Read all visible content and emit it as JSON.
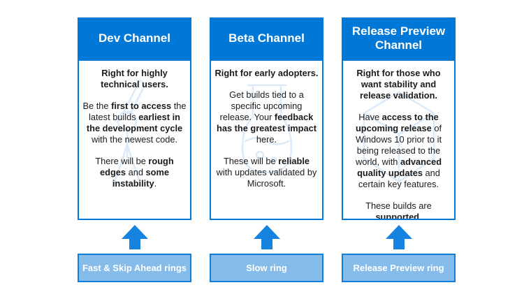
{
  "colors": {
    "header_blue": "#0078D7",
    "arrow_blue": "#1583DF",
    "ring_fill": "#85BCEA",
    "ring_border": "#0F7FDB",
    "watermark": "#DCEBF9",
    "text": "#1B1B1B"
  },
  "columns": [
    {
      "header": "Dev Channel",
      "watermark_icon": "telescope-watermark-icon",
      "paragraphs": [
        {
          "segments": [
            {
              "t": "Right for highly technical users.",
              "b": true
            }
          ]
        },
        {
          "segments": [
            {
              "t": "Be the ",
              "b": false
            },
            {
              "t": "first to access",
              "b": true
            },
            {
              "t": " the latest builds ",
              "b": false
            },
            {
              "t": "earliest in the development cycle",
              "b": true
            },
            {
              "t": " with the newest code.",
              "b": false
            }
          ]
        },
        {
          "segments": [
            {
              "t": "There will be ",
              "b": false
            },
            {
              "t": "rough edges",
              "b": true
            },
            {
              "t": " and ",
              "b": false
            },
            {
              "t": "some instability",
              "b": true
            },
            {
              "t": ".",
              "b": false
            }
          ]
        }
      ],
      "ring_label": "Fast & Skip Ahead rings"
    },
    {
      "header": "Beta Channel",
      "watermark_icon": "beaker-watermark-icon",
      "paragraphs": [
        {
          "segments": [
            {
              "t": "Right for early adopters.",
              "b": true
            }
          ]
        },
        {
          "segments": [
            {
              "t": "Get builds tied to a specific upcoming release. Your ",
              "b": false
            },
            {
              "t": "feedback has the greatest impact",
              "b": true
            },
            {
              "t": " here.",
              "b": false
            }
          ]
        },
        {
          "segments": [
            {
              "t": "These will be ",
              "b": false
            },
            {
              "t": "reliable",
              "b": true
            },
            {
              "t": " with updates validated by Microsoft.",
              "b": false
            }
          ]
        }
      ],
      "ring_label": "Slow ring"
    },
    {
      "header": "Release Preview Channel",
      "watermark_icon": "cube-watermark-icon",
      "paragraphs": [
        {
          "segments": [
            {
              "t": "Right for those who want stability and release validation.",
              "b": true
            }
          ]
        },
        {
          "segments": [
            {
              "t": "Have ",
              "b": false
            },
            {
              "t": "access to the upcoming release",
              "b": true
            },
            {
              "t": " of Windows 10 prior to it being released to the world, with ",
              "b": false
            },
            {
              "t": "advanced quality updates",
              "b": true
            },
            {
              "t": " and certain key features.",
              "b": false
            }
          ]
        },
        {
          "segments": [
            {
              "t": "These builds are ",
              "b": false
            },
            {
              "t": "supported",
              "b": true
            },
            {
              "t": ".",
              "b": false
            }
          ]
        }
      ],
      "ring_label": "Release Preview ring"
    }
  ]
}
